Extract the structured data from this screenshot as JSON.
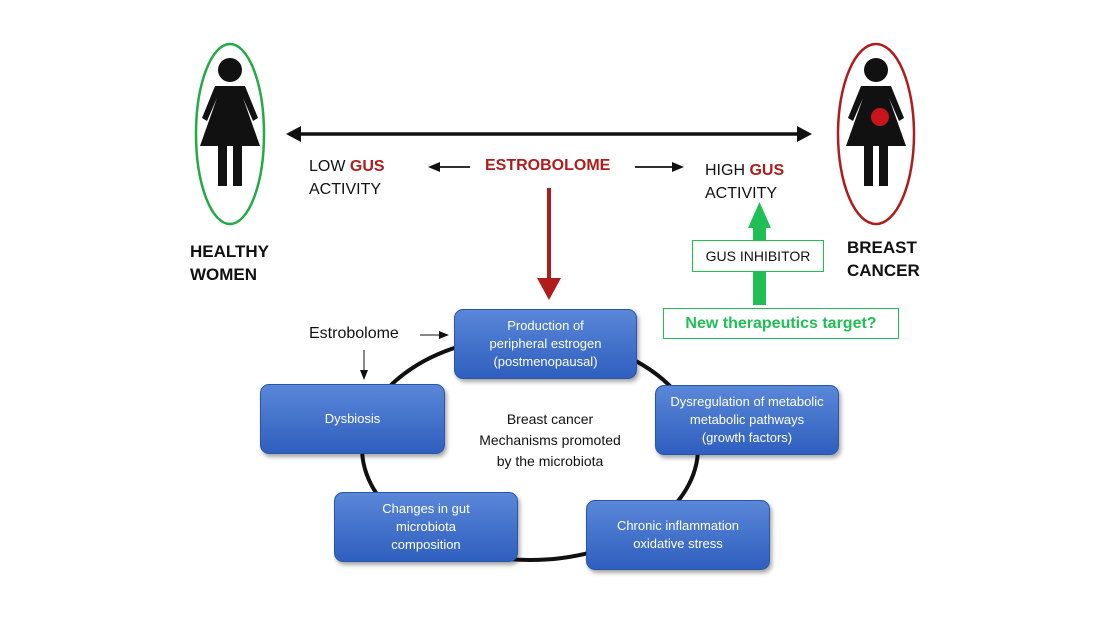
{
  "healthy_label": [
    "HEALTHY",
    "WOMEN"
  ],
  "cancer_label": [
    "BREAST",
    "CANCER"
  ],
  "low_gus": {
    "prefix": "LOW ",
    "gus": "GUS",
    "line2": "ACTIVITY"
  },
  "high_gus": {
    "prefix": "HIGH ",
    "gus": "GUS",
    "line2": "ACTIVITY"
  },
  "estrobolome_center": "ESTROBOLOME",
  "gus_inhibitor": "GUS INHIBITOR",
  "therapeutics_target": "New therapeutics target?",
  "estrobolome_pointer": "Estrobolome",
  "cycle_center": [
    "Breast cancer",
    "Mechanisms promoted",
    "by the microbiota"
  ],
  "cycle_boxes": {
    "estrogen": [
      "Production of",
      "peripheral estrogen",
      "(postmenopausal)"
    ],
    "dysregulation": [
      "Dysregulation of metabolic",
      "metabolic pathways",
      "(growth factors)"
    ],
    "inflammation": [
      "Chronic inflammation",
      "oxidative stress"
    ],
    "gut": [
      "Changes in gut",
      "microbiota",
      "composition"
    ],
    "dysbiosis": [
      "Dysbiosis"
    ]
  },
  "colors": {
    "healthy_outline": "#22aa44",
    "cancer_outline": "#b01c1c",
    "accent_red": "#b01c1c",
    "accent_green": "#1fbf55",
    "box_blue": "#3d6cc9",
    "tumor_red": "#c8141c"
  }
}
